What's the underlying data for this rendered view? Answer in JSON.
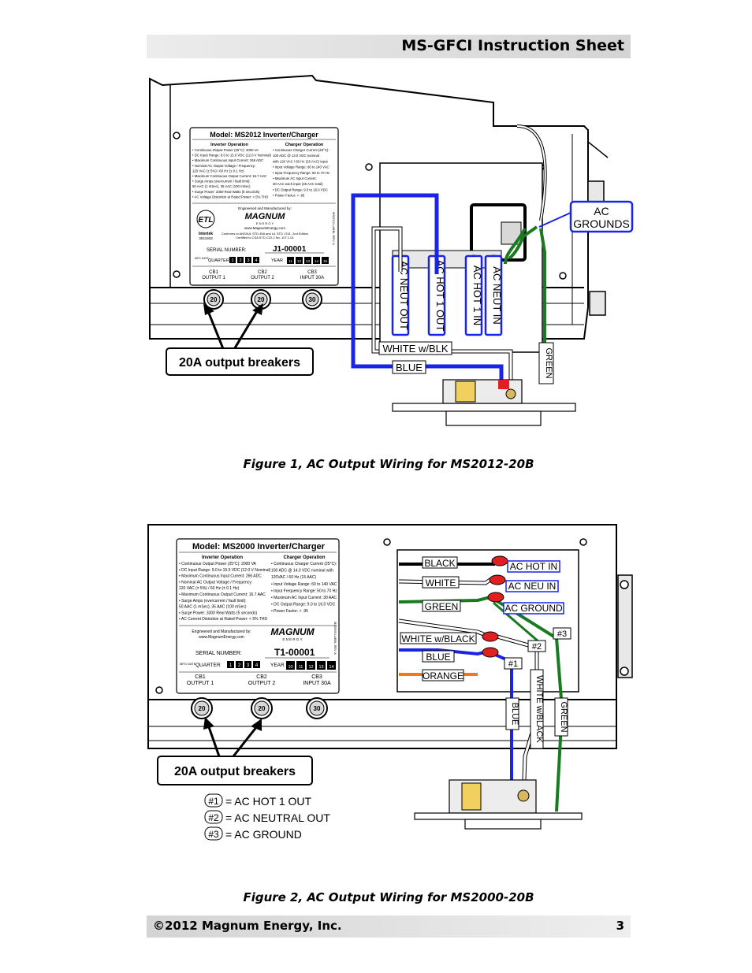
{
  "header": {
    "title": "MS-GFCI Instruction Sheet"
  },
  "figure1": {
    "caption": "Figure 1, AC Output Wiring for MS2012-20B",
    "label": {
      "model": "Model: MS2012 Inverter/Charger",
      "inverter_heading": "Inverter Operation",
      "inverter_specs": [
        "• Continuous Output Power (25°C): 2000 VA",
        "• DC Input Range: 9.0 to 15.0 VDC (12.0 V Nominal)",
        "• Maximum Continuous Input Current: 266 ADC",
        "• Nominal AC Output Voltage / Frequency:",
        "  120 VAC (± 5%) / 60 Hz (± 0.1 Hz)",
        "• Maximum Continuous Output Current: 16.7 AAC",
        "• Surge Amps (overcurrent / fault limit):",
        "  50 AAC (1 mSec), 35 AAC (100 mSec)",
        "• Surge Power: 3300 Real Watts (5 seconds)",
        "• AC Voltage Distortion at Rated Power: < 5% THD"
      ],
      "charger_heading": "Charger Operation",
      "charger_specs": [
        "• Continuous Charger Current (25°C):",
        "  100 ADC @ 14.0 VDC nominal",
        "  with 120 VAC / 60 Hz (15 AAC) input",
        "• Input Voltage Range: 60 to 140 VAC",
        "• Input Frequency Range: 50 to 70 Hz",
        "• Maximum AC Input Current:",
        "  30 AAC each input (45 AAC total)",
        "• DC Output Range: 9.0 to 16.0 VDC",
        "• Power Factor: > .95"
      ],
      "engineered": "Engineered and Manufactured by:",
      "brand": "MAGNUM",
      "brand_sub": "E N E R G Y",
      "website": "www.MagnumEnergy.com",
      "conforms": "Conforms to ANSI/UL STD 458 and UL STD 1741, 2nd Edition",
      "certified": "Certified to CSA STD C22.2 No. 107.1-01",
      "intertek": "Intertek",
      "intertek_no": "3041933",
      "serial_label": "SERIAL NUMBER:",
      "serial": "J1-00001",
      "mfg_date": "MFG DATE:",
      "quarter_label": "QUARTER",
      "quarters": [
        "1",
        "2",
        "3",
        "4"
      ],
      "year_label": "YEAR",
      "years": [
        "11",
        "12",
        "13",
        "14",
        "15"
      ],
      "cb": [
        {
          "name": "CB1",
          "desc": "OUTPUT 1"
        },
        {
          "name": "CB2",
          "desc": "OUTPUT 2"
        },
        {
          "name": "CB3",
          "desc": "INPUT 30A"
        }
      ],
      "part_no": "MS2012 LABEL REV. A"
    },
    "breakers": [
      "20",
      "20",
      "30"
    ],
    "terminals": [
      "AC NEUT OUT",
      "AC HOT 1 OUT",
      "AC HOT 1 IN",
      "AC NEUT IN"
    ],
    "ac_grounds": [
      "AC",
      "GROUNDS"
    ],
    "callout": "20A output breakers",
    "wire_labels": {
      "white_blk": "WHITE w/BLK",
      "blue": "BLUE",
      "green": "GREEN"
    }
  },
  "figure2": {
    "caption": "Figure 2, AC Output Wiring for MS2000-20B",
    "label": {
      "model": "Model: MS2000 Inverter/Charger",
      "inverter_heading": "Inverter Operation",
      "inverter_specs": [
        "• Continuous Output Power (25°C): 2000 VA",
        "• DC Input Range: 9.0 to 15.0 VDC (12.0 V Nominal)",
        "• Maximum Continuous Input Current: 266 ADC",
        "• Nominal AC Output Voltage / Frequency:",
        "  120 VAC (± 5%) / 60 Hz (± 0.1 Hz)",
        "• Maximum Continuous Output Current: 16.7 AAC",
        "• Surge Amps (overcurrent / fault limit):",
        "  50 AAC (1 mSec), 35 AAC (100 mSec)",
        "• Surge Power: 3300 Real Watts (5 seconds)",
        "• AC Current Distortion at Rated Power: < 5% THD"
      ],
      "charger_heading": "Charger Operation",
      "charger_specs": [
        "• Continuous Charger Current (25°C):",
        "  100 ADC @ 14.0 VDC nominal with",
        "  120VAC / 60 Hz (15 AAC)",
        "• Input Voltage Range: 60 to 140 VAC",
        "• Input Frequency Range: 50 to 70 Hz",
        "• Maximum AC Input Current: 30 AAC",
        "• DC Output Range: 9.0 to 16.0 VDC",
        "• Power Factor: > .95"
      ],
      "engineered": "Engineered and Manufactured by:",
      "website": "www.MagnumEnergy.com",
      "brand": "MAGNUM",
      "brand_sub": "E N E R G Y",
      "serial_label": "SERIAL NUMBER:",
      "serial": "T1-00001",
      "mfg_date": "MFG DATE:",
      "quarter_label": "QUARTER",
      "quarters": [
        "1",
        "2",
        "3",
        "4"
      ],
      "year_label": "YEAR",
      "years": [
        "10",
        "11",
        "12",
        "13",
        "14"
      ],
      "cb": [
        {
          "name": "CB1",
          "desc": "OUTPUT 1"
        },
        {
          "name": "CB2",
          "desc": "OUTPUT 2"
        },
        {
          "name": "CB3",
          "desc": "INPUT 30A"
        }
      ],
      "part_no": "MS2000 LABEL REV. A"
    },
    "breakers": [
      "20",
      "20",
      "30"
    ],
    "wire_labels": {
      "black": "BLACK",
      "white": "WHITE",
      "green": "GREEN",
      "white_black": "WHITE w/BLACK",
      "blue": "BLUE",
      "orange": "ORANGE",
      "vert_blue": "BLUE",
      "vert_white_black": "WHITE w/BLACK",
      "vert_green": "GREEN"
    },
    "terminal_labels": {
      "hot": "AC HOT IN",
      "neu": "AC NEU IN",
      "ground": "AC GROUND"
    },
    "markers": [
      "#1",
      "#2",
      "#3"
    ],
    "callout": "20A output breakers",
    "legend": [
      {
        "marker": "#1",
        "text": "= AC HOT 1 OUT"
      },
      {
        "marker": "#2",
        "text": "= AC NEUTRAL OUT"
      },
      {
        "marker": "#3",
        "text": "= AC GROUND"
      }
    ]
  },
  "footer": {
    "copyright": "©2012 Magnum Energy, Inc.",
    "page": "3"
  }
}
